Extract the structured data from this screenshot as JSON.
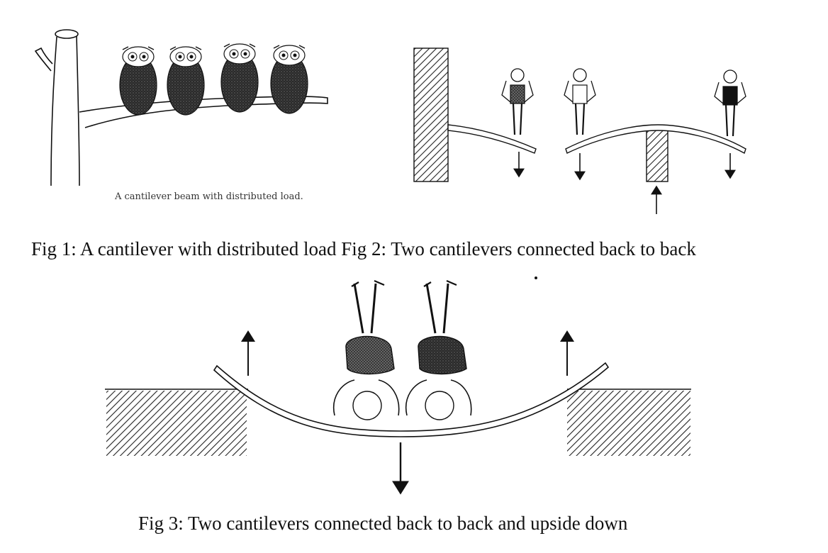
{
  "fig1": {
    "inner_caption": "A cantilever beam with distributed load."
  },
  "row_caption": "Fig 1: A cantilever with distributed load Fig 2: Two cantilevers connected back to back",
  "fig3": {
    "caption": "Fig 3: Two cantilevers connected back to back and upside down"
  },
  "colors": {
    "ink": "#111111",
    "background": "#ffffff",
    "hatch": "#222222"
  }
}
